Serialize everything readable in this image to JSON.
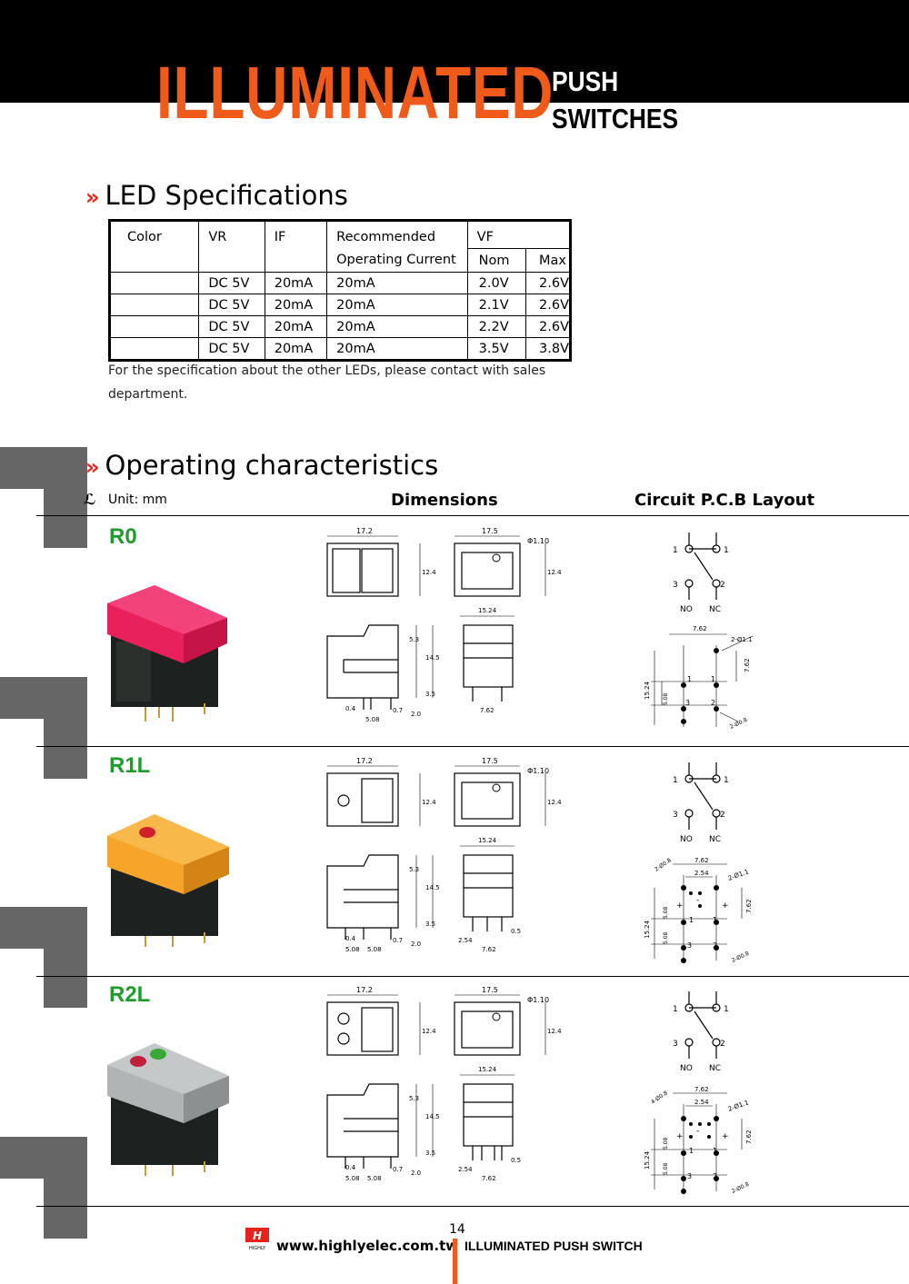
{
  "header": {
    "title_big": "ILLUMINATED",
    "title_small_1": "PUSH",
    "title_small_2": "SWITCHES",
    "accent_color": "#f05a1a"
  },
  "led_section": {
    "title": "LED Specifications",
    "table": {
      "col_color": "Color",
      "col_vr": "VR",
      "col_if": "IF",
      "col_roc_1": "Recommended",
      "col_roc_2": "Operating Current",
      "col_vf": "VF",
      "col_nom": "Nom",
      "col_max": "Max",
      "rows": [
        {
          "color": "",
          "vr": "DC 5V",
          "if": "20mA",
          "roc": "20mA",
          "nom": "2.0V",
          "max": "2.6V"
        },
        {
          "color": "",
          "vr": "DC 5V",
          "if": "20mA",
          "roc": "20mA",
          "nom": "2.1V",
          "max": "2.6V"
        },
        {
          "color": "",
          "vr": "DC 5V",
          "if": "20mA",
          "roc": "20mA",
          "nom": "2.2V",
          "max": "2.6V"
        },
        {
          "color": "",
          "vr": "DC 5V",
          "if": "20mA",
          "roc": "20mA",
          "nom": "3.5V",
          "max": "3.8V"
        }
      ]
    },
    "note_line1": "For the specification about the other LEDs, please contact with sales",
    "note_line2": "department."
  },
  "op_section": {
    "title": "Operating characteristics",
    "unit": "Unit: mm",
    "col_dimensions": "Dimensions",
    "col_circuit": "Circuit  P.C.B Layout",
    "models": [
      {
        "name": "R0",
        "cap_color": "#e8215a",
        "leds": []
      },
      {
        "name": "R1L",
        "cap_color": "#f6a52a",
        "leds": [
          "#d0202a"
        ]
      },
      {
        "name": "R2L",
        "cap_color": "#b0b4b4",
        "leds": [
          "#c0203a",
          "#38a838"
        ]
      }
    ],
    "dims": {
      "w172": "17.2",
      "w175": "17.5",
      "h124": "12.4",
      "phi": "Φ1.10",
      "w1524": "15.24",
      "h53": "5.3",
      "h145": "14.5",
      "h35": "3.5",
      "h20": "2.0",
      "d04": "0.4",
      "d07": "0.7",
      "d506": "5.08",
      "d762": "7.62",
      "d254": "2.54",
      "d05": "0.5"
    },
    "circuit": {
      "p1": "1",
      "p2": "2",
      "p3": "3",
      "no": "NO",
      "nc": "NC",
      "d762": "7.62",
      "d1524": "15.24",
      "d508": "5.08",
      "d254": "2.54",
      "hole1": "2-Ø1.1",
      "hole2": "4-Ø0.8",
      "hole3": "2-Ø0.8",
      "plus": "+",
      "minus": "-"
    }
  },
  "footer": {
    "url": "www.highlyelec.com.tw",
    "title": "ILLUMINATED  PUSH  SWITCH",
    "page": "14",
    "logo_text": "HIGHLY",
    "logo_mark": "H"
  }
}
